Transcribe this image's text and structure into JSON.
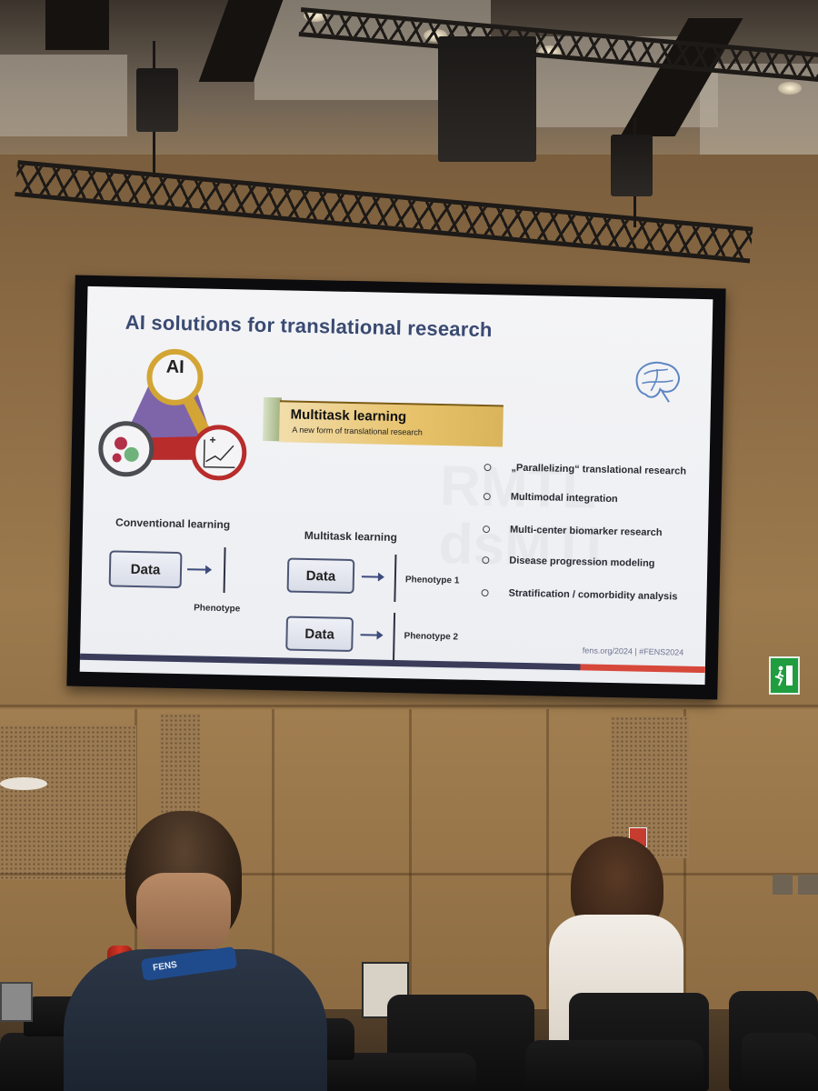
{
  "slide": {
    "title": "AI solutions for translational research",
    "watermark_lines": [
      "RMTL",
      "dsMTL"
    ],
    "ai_label": "AI",
    "band": {
      "title": "Multitask learning",
      "subtitle": "A new form of translational research"
    },
    "conventional": {
      "heading": "Conventional learning",
      "data_label": "Data",
      "output_label": "Phenotype"
    },
    "multitask": {
      "heading": "Multitask learning",
      "rows": [
        {
          "data_label": "Data",
          "output_label": "Phenotype 1"
        },
        {
          "data_label": "Data",
          "output_label": "Phenotype 2"
        }
      ]
    },
    "bullets": [
      "„Parallelizing“ translational research",
      "Multimodal integration",
      "Multi-center biomarker research",
      "Disease progression modeling",
      "Stratification / comorbidity analysis"
    ],
    "footer": "fens.org/2024  |  #FENS2024"
  },
  "lanyard_text": "FENS",
  "colors": {
    "title": "#3a4a72",
    "band_gold": "#e7c26a",
    "footer_red": "#d6483a",
    "exit_green": "#1f9d3f"
  }
}
